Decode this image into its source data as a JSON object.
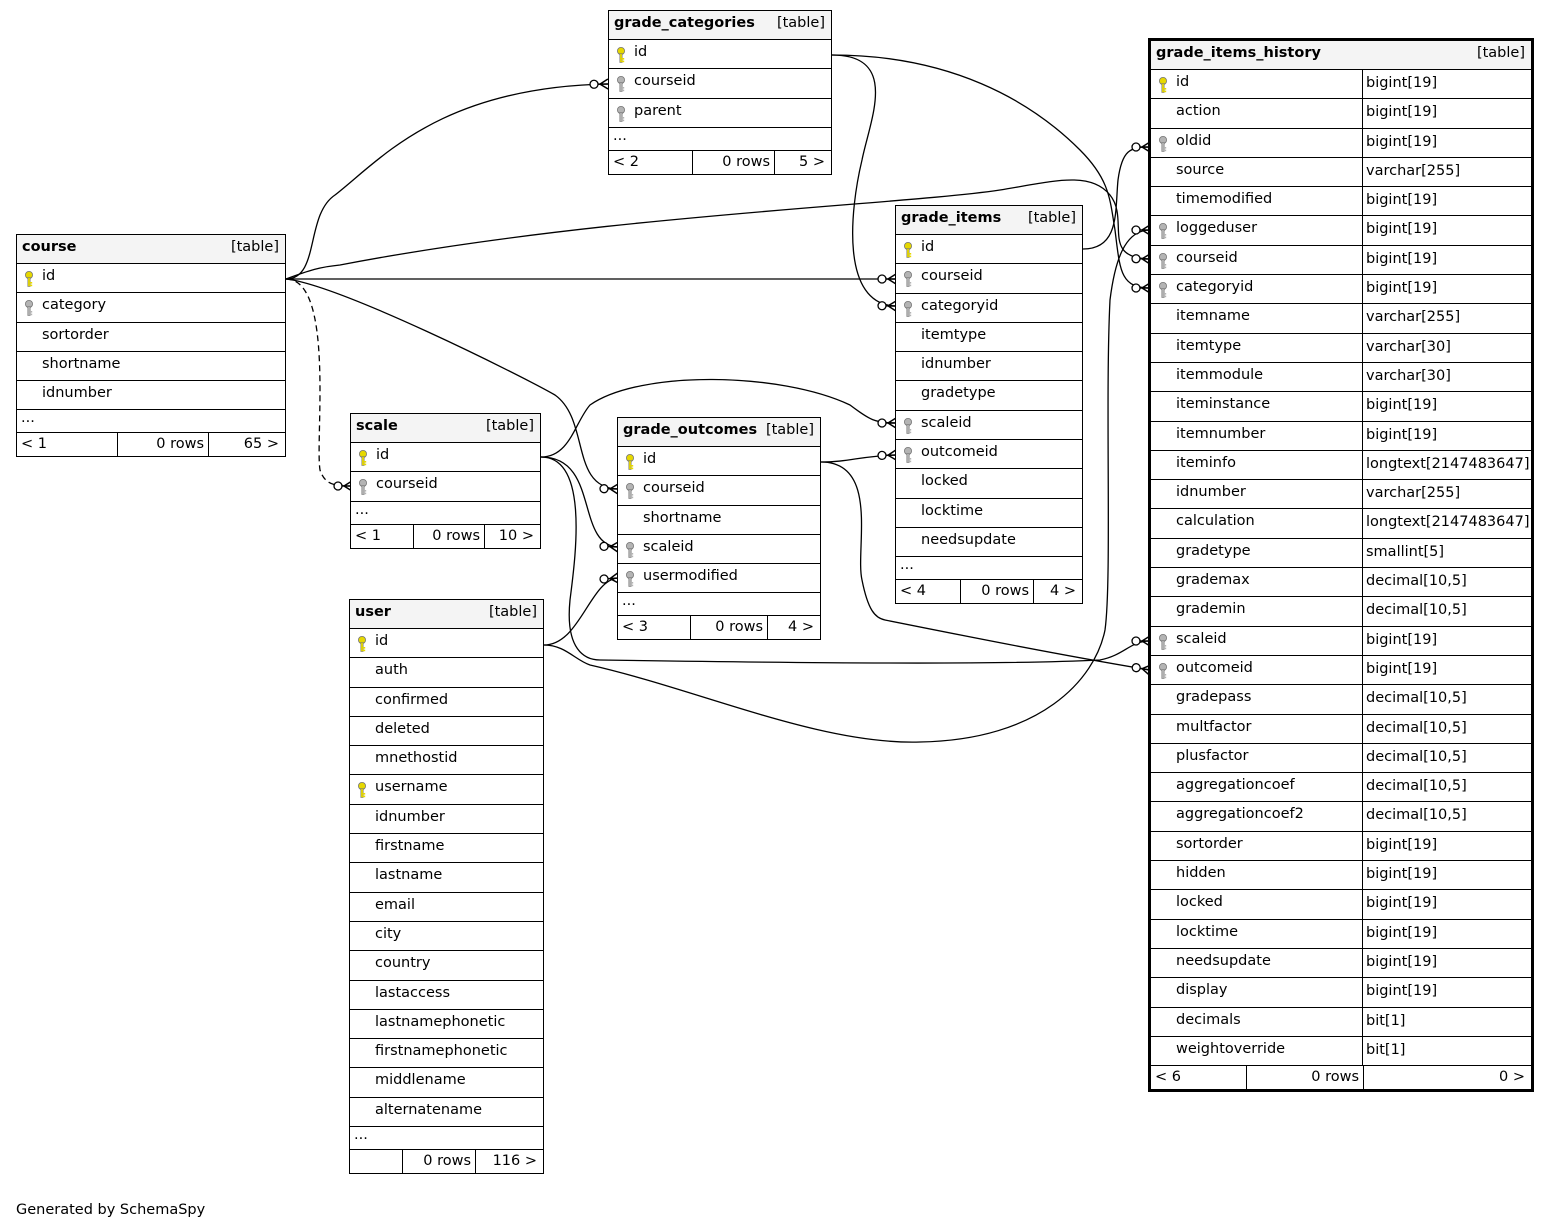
{
  "tables": {
    "grade_categories": {
      "name": "grade_categories",
      "tag": "[table]",
      "columns": [
        {
          "name": "id",
          "key": "primary"
        },
        {
          "name": "courseid",
          "key": "foreign"
        },
        {
          "name": "parent",
          "key": "foreign"
        }
      ],
      "ellipsis": "...",
      "footer": {
        "parents": "< 2",
        "rows": "0 rows",
        "children": "5 >"
      }
    },
    "course": {
      "name": "course",
      "tag": "[table]",
      "columns": [
        {
          "name": "id",
          "key": "primary"
        },
        {
          "name": "category",
          "key": "foreign"
        },
        {
          "name": "sortorder",
          "key": "none"
        },
        {
          "name": "shortname",
          "key": "none"
        },
        {
          "name": "idnumber",
          "key": "none"
        }
      ],
      "ellipsis": "...",
      "footer": {
        "parents": "< 1",
        "rows": "0 rows",
        "children": "65 >"
      }
    },
    "scale": {
      "name": "scale",
      "tag": "[table]",
      "columns": [
        {
          "name": "id",
          "key": "primary"
        },
        {
          "name": "courseid",
          "key": "foreign"
        }
      ],
      "ellipsis": "...",
      "footer": {
        "parents": "< 1",
        "rows": "0 rows",
        "children": "10 >"
      }
    },
    "user": {
      "name": "user",
      "tag": "[table]",
      "columns": [
        {
          "name": "id",
          "key": "primary"
        },
        {
          "name": "auth",
          "key": "none"
        },
        {
          "name": "confirmed",
          "key": "none"
        },
        {
          "name": "deleted",
          "key": "none"
        },
        {
          "name": "mnethostid",
          "key": "none"
        },
        {
          "name": "username",
          "key": "primary"
        },
        {
          "name": "idnumber",
          "key": "none"
        },
        {
          "name": "firstname",
          "key": "none"
        },
        {
          "name": "lastname",
          "key": "none"
        },
        {
          "name": "email",
          "key": "none"
        },
        {
          "name": "city",
          "key": "none"
        },
        {
          "name": "country",
          "key": "none"
        },
        {
          "name": "lastaccess",
          "key": "none"
        },
        {
          "name": "lastnamephonetic",
          "key": "none"
        },
        {
          "name": "firstnamephonetic",
          "key": "none"
        },
        {
          "name": "middlename",
          "key": "none"
        },
        {
          "name": "alternatename",
          "key": "none"
        }
      ],
      "ellipsis": "...",
      "footer": {
        "parents": "",
        "rows": "0 rows",
        "children": "116 >"
      }
    },
    "grade_outcomes": {
      "name": "grade_outcomes",
      "tag": "[table]",
      "columns": [
        {
          "name": "id",
          "key": "primary"
        },
        {
          "name": "courseid",
          "key": "foreign"
        },
        {
          "name": "shortname",
          "key": "none"
        },
        {
          "name": "scaleid",
          "key": "foreign"
        },
        {
          "name": "usermodified",
          "key": "foreign"
        }
      ],
      "ellipsis": "...",
      "footer": {
        "parents": "< 3",
        "rows": "0 rows",
        "children": "4 >"
      }
    },
    "grade_items": {
      "name": "grade_items",
      "tag": "[table]",
      "columns": [
        {
          "name": "id",
          "key": "primary"
        },
        {
          "name": "courseid",
          "key": "foreign"
        },
        {
          "name": "categoryid",
          "key": "foreign"
        },
        {
          "name": "itemtype",
          "key": "none"
        },
        {
          "name": "idnumber",
          "key": "none"
        },
        {
          "name": "gradetype",
          "key": "none"
        },
        {
          "name": "scaleid",
          "key": "foreign"
        },
        {
          "name": "outcomeid",
          "key": "foreign"
        },
        {
          "name": "locked",
          "key": "none"
        },
        {
          "name": "locktime",
          "key": "none"
        },
        {
          "name": "needsupdate",
          "key": "none"
        }
      ],
      "ellipsis": "...",
      "footer": {
        "parents": "< 4",
        "rows": "0 rows",
        "children": "4 >"
      }
    },
    "grade_items_history": {
      "name": "grade_items_history",
      "tag": "[table]",
      "columns": [
        {
          "name": "id",
          "type": "bigint[19]",
          "key": "primary"
        },
        {
          "name": "action",
          "type": "bigint[19]",
          "key": "none"
        },
        {
          "name": "oldid",
          "type": "bigint[19]",
          "key": "foreign"
        },
        {
          "name": "source",
          "type": "varchar[255]",
          "key": "none"
        },
        {
          "name": "timemodified",
          "type": "bigint[19]",
          "key": "none"
        },
        {
          "name": "loggeduser",
          "type": "bigint[19]",
          "key": "foreign"
        },
        {
          "name": "courseid",
          "type": "bigint[19]",
          "key": "foreign"
        },
        {
          "name": "categoryid",
          "type": "bigint[19]",
          "key": "foreign"
        },
        {
          "name": "itemname",
          "type": "varchar[255]",
          "key": "none"
        },
        {
          "name": "itemtype",
          "type": "varchar[30]",
          "key": "none"
        },
        {
          "name": "itemmodule",
          "type": "varchar[30]",
          "key": "none"
        },
        {
          "name": "iteminstance",
          "type": "bigint[19]",
          "key": "none"
        },
        {
          "name": "itemnumber",
          "type": "bigint[19]",
          "key": "none"
        },
        {
          "name": "iteminfo",
          "type": "longtext[2147483647]",
          "key": "none"
        },
        {
          "name": "idnumber",
          "type": "varchar[255]",
          "key": "none"
        },
        {
          "name": "calculation",
          "type": "longtext[2147483647]",
          "key": "none"
        },
        {
          "name": "gradetype",
          "type": "smallint[5]",
          "key": "none"
        },
        {
          "name": "grademax",
          "type": "decimal[10,5]",
          "key": "none"
        },
        {
          "name": "grademin",
          "type": "decimal[10,5]",
          "key": "none"
        },
        {
          "name": "scaleid",
          "type": "bigint[19]",
          "key": "foreign"
        },
        {
          "name": "outcomeid",
          "type": "bigint[19]",
          "key": "foreign"
        },
        {
          "name": "gradepass",
          "type": "decimal[10,5]",
          "key": "none"
        },
        {
          "name": "multfactor",
          "type": "decimal[10,5]",
          "key": "none"
        },
        {
          "name": "plusfactor",
          "type": "decimal[10,5]",
          "key": "none"
        },
        {
          "name": "aggregationcoef",
          "type": "decimal[10,5]",
          "key": "none"
        },
        {
          "name": "aggregationcoef2",
          "type": "decimal[10,5]",
          "key": "none"
        },
        {
          "name": "sortorder",
          "type": "bigint[19]",
          "key": "none"
        },
        {
          "name": "hidden",
          "type": "bigint[19]",
          "key": "none"
        },
        {
          "name": "locked",
          "type": "bigint[19]",
          "key": "none"
        },
        {
          "name": "locktime",
          "type": "bigint[19]",
          "key": "none"
        },
        {
          "name": "needsupdate",
          "type": "bigint[19]",
          "key": "none"
        },
        {
          "name": "display",
          "type": "bigint[19]",
          "key": "none"
        },
        {
          "name": "decimals",
          "type": "bit[1]",
          "key": "none"
        },
        {
          "name": "weightoverride",
          "type": "bit[1]",
          "key": "none"
        }
      ],
      "footer": {
        "parents": "< 6",
        "rows": "0 rows",
        "children": "0 >"
      }
    }
  },
  "relationships": [
    {
      "from": "course.id",
      "to": "grade_categories.courseid",
      "style": "solid"
    },
    {
      "from": "course.id",
      "to": "scale.courseid",
      "style": "dashed"
    },
    {
      "from": "course.id",
      "to": "grade_items.courseid",
      "style": "solid"
    },
    {
      "from": "course.id",
      "to": "grade_outcomes.courseid",
      "style": "solid"
    },
    {
      "from": "course.id",
      "to": "grade_items_history.courseid",
      "style": "solid"
    },
    {
      "from": "grade_categories.id",
      "to": "grade_items.categoryid",
      "style": "solid"
    },
    {
      "from": "grade_categories.id",
      "to": "grade_items_history.categoryid",
      "style": "solid"
    },
    {
      "from": "scale.id",
      "to": "grade_items.scaleid",
      "style": "solid"
    },
    {
      "from": "scale.id",
      "to": "grade_outcomes.scaleid",
      "style": "solid"
    },
    {
      "from": "scale.id",
      "to": "grade_items_history.scaleid",
      "style": "solid"
    },
    {
      "from": "user.id",
      "to": "grade_outcomes.usermodified",
      "style": "solid"
    },
    {
      "from": "user.id",
      "to": "grade_items_history.loggeduser",
      "style": "solid"
    },
    {
      "from": "grade_outcomes.id",
      "to": "grade_items.outcomeid",
      "style": "solid"
    },
    {
      "from": "grade_outcomes.id",
      "to": "grade_items_history.outcomeid",
      "style": "solid"
    },
    {
      "from": "grade_items.id",
      "to": "grade_items_history.oldid",
      "style": "solid"
    }
  ],
  "colors": {
    "primary_key": "#e6d800",
    "foreign_key": "#b4b4b4",
    "header_bg": "#f4f4f4"
  },
  "credit": "Generated by SchemaSpy"
}
